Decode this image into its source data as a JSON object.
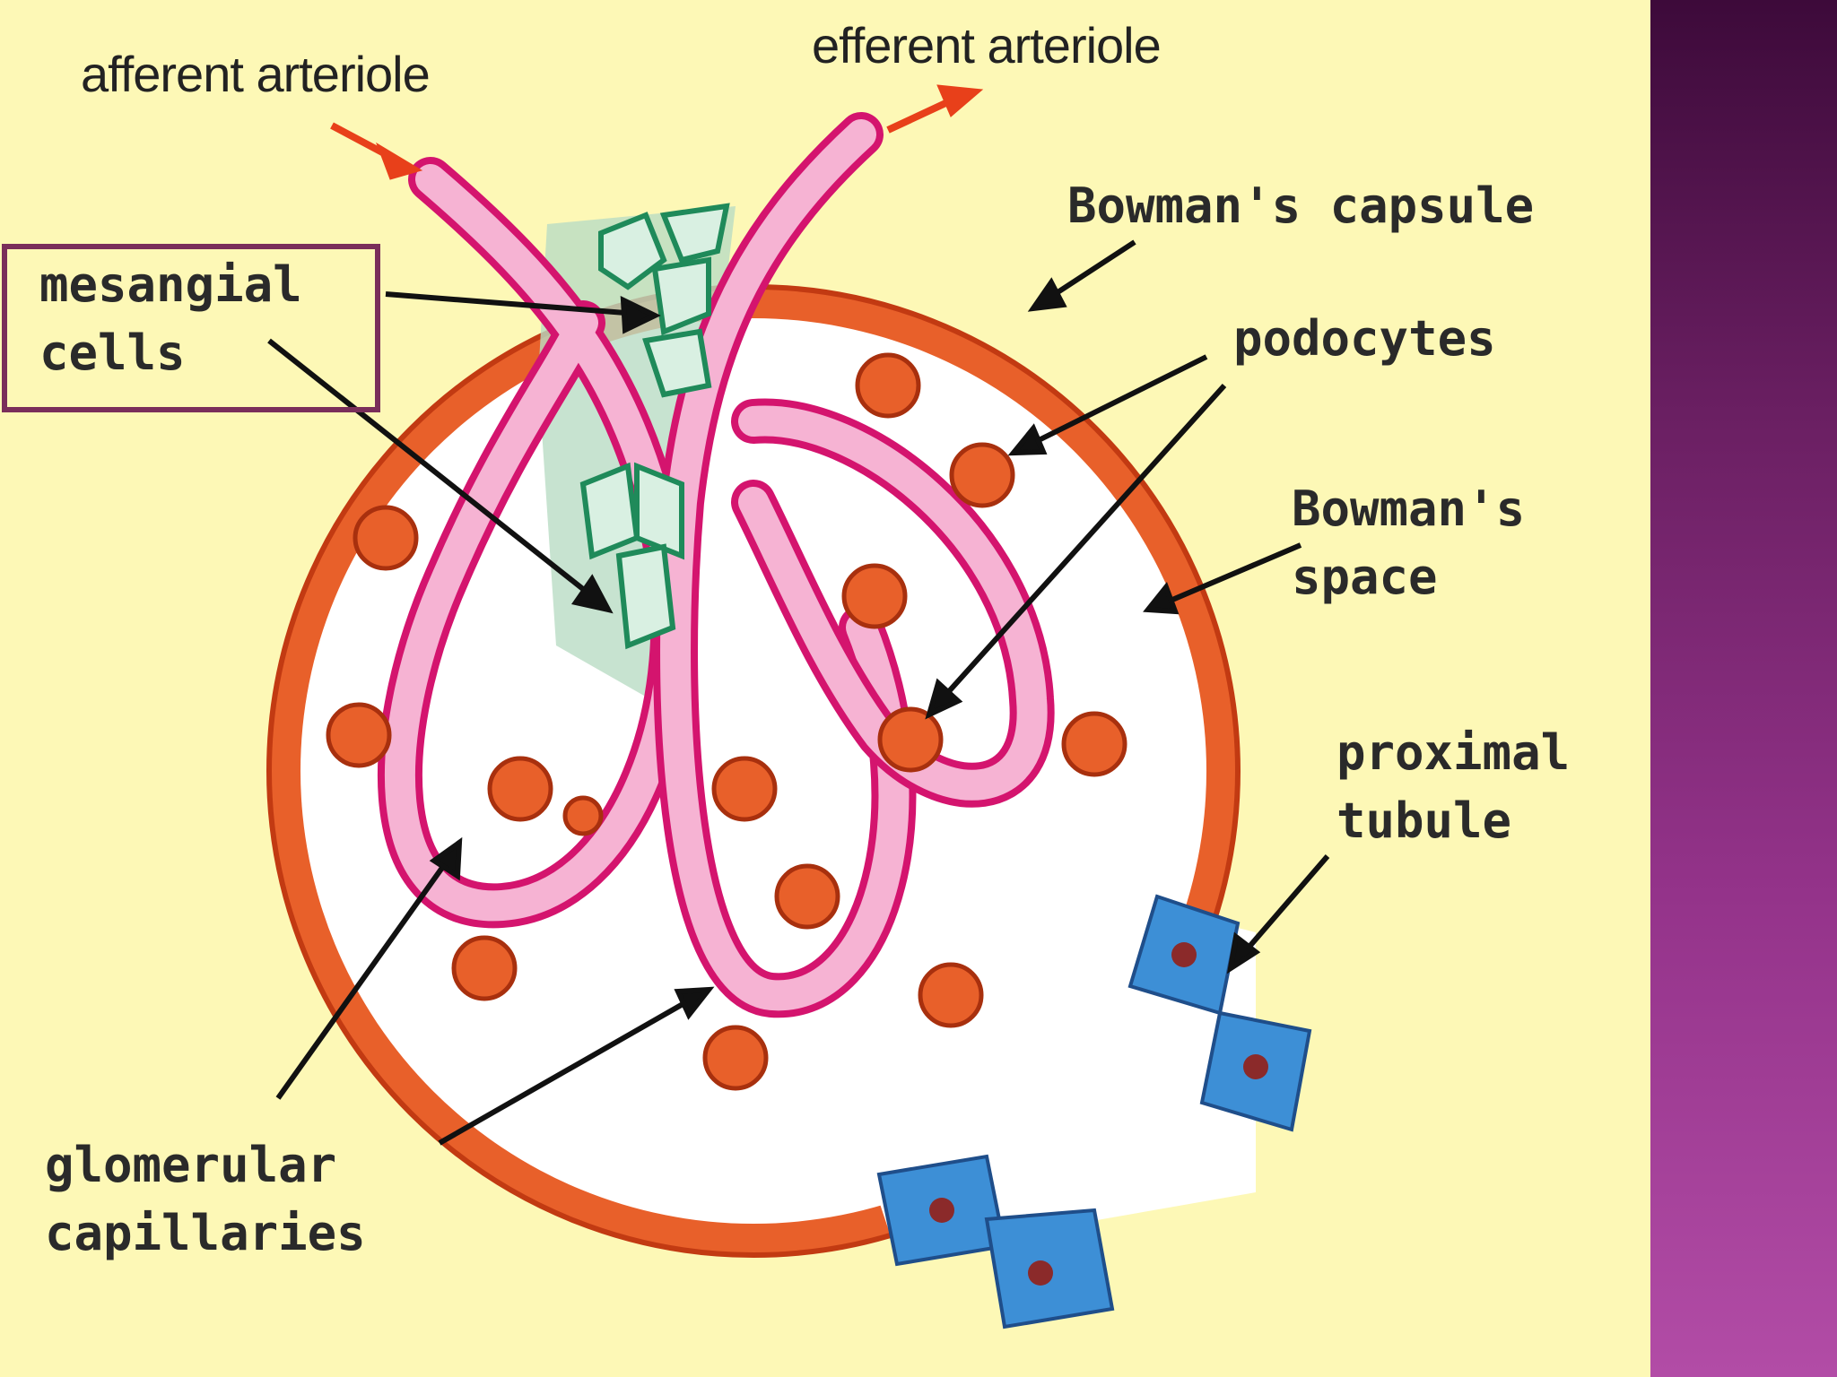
{
  "diagram": {
    "labels": {
      "afferent": "afferent arteriole",
      "efferent": "efferent arteriole",
      "bowman_capsule": "Bowman's capsule",
      "mesangial": "mesangial\ncells",
      "podocytes": "podocytes",
      "bowman_space": "Bowman's\nspace",
      "proximal": "proximal\ntubule",
      "glomerular": "glomerular\ncapillaries"
    },
    "colors": {
      "background": "#fdf8b6",
      "capsule": "#e8602a",
      "capillary": "#f6b3d3",
      "capillary_outline": "#d4146e",
      "mesangial": "#1f8a5a",
      "tubule": "#3d8fd6",
      "arrow_red": "#e8401a",
      "highlight": "#7a2e5a"
    }
  }
}
